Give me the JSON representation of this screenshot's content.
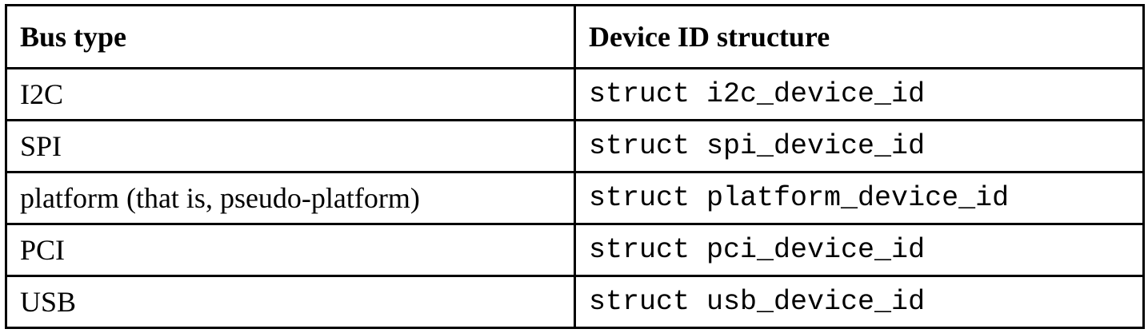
{
  "table": {
    "headers": {
      "bus_type": "Bus type",
      "device_id_structure": "Device ID structure"
    },
    "rows": [
      {
        "bus_type": "I2C",
        "device_id_structure": "struct i2c_device_id"
      },
      {
        "bus_type": "SPI",
        "device_id_structure": "struct spi_device_id"
      },
      {
        "bus_type": "platform (that is, pseudo-platform)",
        "device_id_structure": "struct platform_device_id"
      },
      {
        "bus_type": "PCI",
        "device_id_structure": "struct pci_device_id"
      },
      {
        "bus_type": "USB",
        "device_id_structure": "struct usb_device_id"
      }
    ]
  }
}
